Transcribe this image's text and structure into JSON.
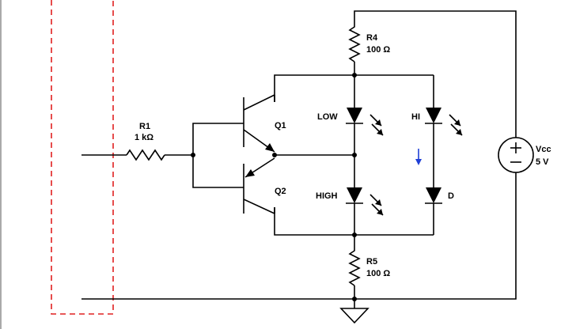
{
  "components": {
    "r1": {
      "name": "R1",
      "value": "1 kΩ"
    },
    "r4": {
      "name": "R4",
      "value": "100 Ω"
    },
    "r5": {
      "name": "R5",
      "value": "100 Ω"
    },
    "q1": {
      "name": "Q1"
    },
    "q2": {
      "name": "Q2"
    },
    "led_low": {
      "name": "LOW"
    },
    "led_high": {
      "name": "HIGH"
    },
    "led_hi": {
      "name": "HI"
    },
    "diode_d": {
      "name": "D"
    },
    "vcc": {
      "name": "Vcc",
      "value": "5 V"
    }
  },
  "colors": {
    "wire": "#000000",
    "selection": "#e02020",
    "current_arrow": "#1f3fd6"
  }
}
